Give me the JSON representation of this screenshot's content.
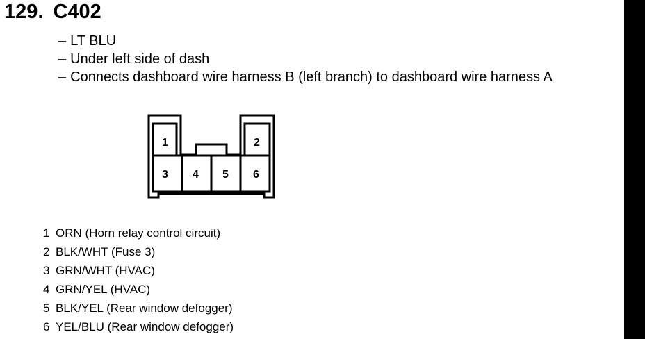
{
  "heading": {
    "number": "129.",
    "connector_id": "C402"
  },
  "description": [
    {
      "dash": "–",
      "text": "LT BLU"
    },
    {
      "dash": "–",
      "text": "Under left side of dash"
    },
    {
      "dash": "–",
      "text": "Connects dashboard wire harness B (left branch) to dashboard wire harness A"
    }
  ],
  "connector_diagram": {
    "pin_labels": [
      "1",
      "2",
      "3",
      "4",
      "5",
      "6"
    ]
  },
  "pins": [
    {
      "num": "1",
      "desc": "ORN (Horn relay control circuit)"
    },
    {
      "num": "2",
      "desc": "BLK/WHT (Fuse 3)"
    },
    {
      "num": "3",
      "desc": "GRN/WHT (HVAC)"
    },
    {
      "num": "4",
      "desc": "GRN/YEL (HVAC)"
    },
    {
      "num": "5",
      "desc": "BLK/YEL (Rear window defogger)"
    },
    {
      "num": "6",
      "desc": "YEL/BLU (Rear window defogger)"
    }
  ]
}
